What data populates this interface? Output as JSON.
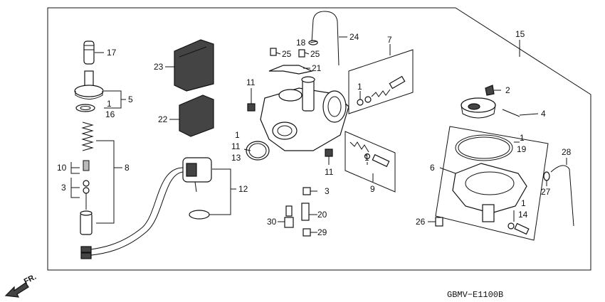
{
  "diagram": {
    "code": "GBMV−E1100B",
    "direction_label": "FR."
  },
  "callouts": [
    {
      "id": "c17",
      "text": "17"
    },
    {
      "id": "c5",
      "text": "5"
    },
    {
      "id": "c16a",
      "text": "1"
    },
    {
      "id": "c16b",
      "text": "16"
    },
    {
      "id": "c8",
      "text": "8"
    },
    {
      "id": "c10",
      "text": "10"
    },
    {
      "id": "c3a",
      "text": "3"
    },
    {
      "id": "c23",
      "text": "23"
    },
    {
      "id": "c22",
      "text": "22"
    },
    {
      "id": "c12",
      "text": "12"
    },
    {
      "id": "c18",
      "text": "18"
    },
    {
      "id": "c24",
      "text": "24"
    },
    {
      "id": "c25a",
      "text": "25"
    },
    {
      "id": "c25b",
      "text": "25"
    },
    {
      "id": "c21",
      "text": "21"
    },
    {
      "id": "c11a",
      "text": "11"
    },
    {
      "id": "c1a",
      "text": "1"
    },
    {
      "id": "c11b",
      "text": "11"
    },
    {
      "id": "c13",
      "text": "13"
    },
    {
      "id": "c11c",
      "text": "11"
    },
    {
      "id": "c7",
      "text": "7"
    },
    {
      "id": "c1b",
      "text": "1"
    },
    {
      "id": "c1c",
      "text": "1"
    },
    {
      "id": "c9",
      "text": "9"
    },
    {
      "id": "c3b",
      "text": "3"
    },
    {
      "id": "c20",
      "text": "20"
    },
    {
      "id": "c30",
      "text": "30"
    },
    {
      "id": "c29",
      "text": "29"
    },
    {
      "id": "c15",
      "text": "15"
    },
    {
      "id": "c2",
      "text": "2"
    },
    {
      "id": "c4",
      "text": "4"
    },
    {
      "id": "c1d",
      "text": "1"
    },
    {
      "id": "c19",
      "text": "19"
    },
    {
      "id": "c6",
      "text": "6"
    },
    {
      "id": "c28",
      "text": "28"
    },
    {
      "id": "c27",
      "text": "27"
    },
    {
      "id": "c1e",
      "text": "1"
    },
    {
      "id": "c14",
      "text": "14"
    },
    {
      "id": "c26",
      "text": "26"
    }
  ]
}
